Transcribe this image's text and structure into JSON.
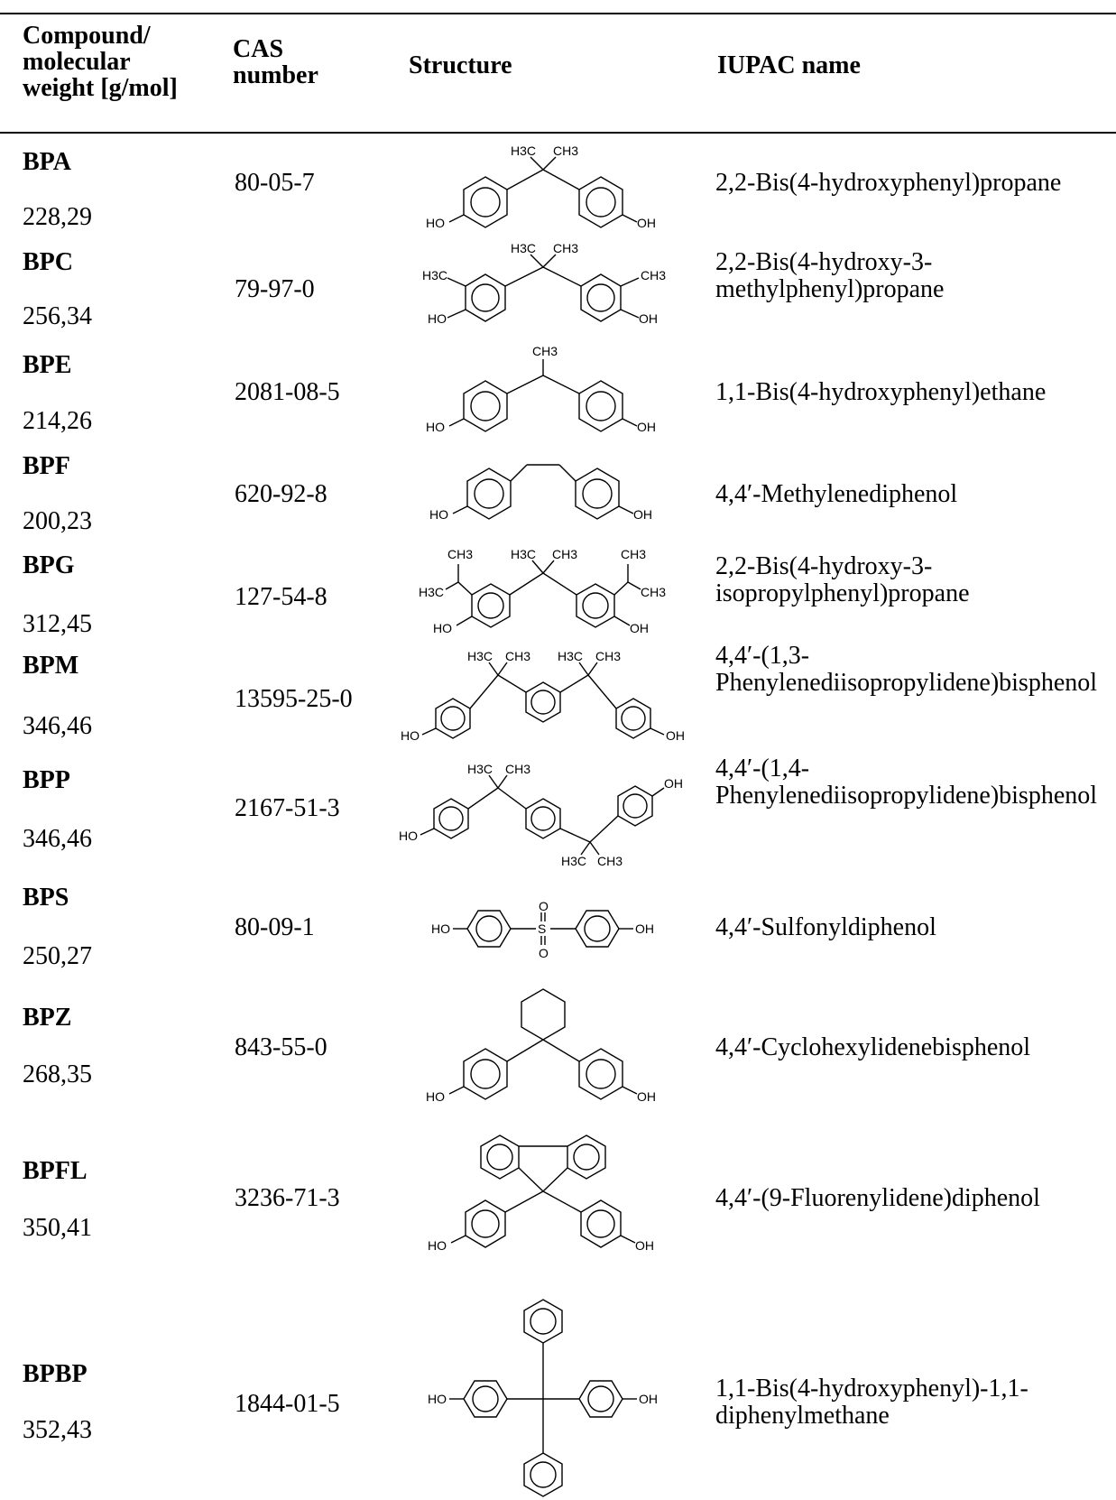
{
  "table": {
    "headers": {
      "compound": [
        "Compound/",
        "molecular",
        "weight [g/mol]"
      ],
      "cas": [
        "CAS",
        "number"
      ],
      "structure": "Structure",
      "iupac": "IUPAC name"
    },
    "rows": [
      {
        "code": "BPA",
        "mw": "228,29",
        "cas": "80-05-7",
        "iupac": "2,2-Bis(4-hydroxyphenyl)propane",
        "labels": {
          "me1": "H3C",
          "me2": "CH3",
          "oh1": "HO",
          "oh2": "OH"
        }
      },
      {
        "code": "BPC",
        "mw": "256,34",
        "cas": "79-97-0",
        "iupac": "2,2-Bis(4-hydroxy-3-methylphenyl)propane",
        "labels": {
          "me1": "H3C",
          "me2": "CH3",
          "me3": "H3C",
          "me4": "CH3",
          "oh1": "HO",
          "oh2": "OH"
        }
      },
      {
        "code": "BPE",
        "mw": "214,26",
        "cas": "2081-08-5",
        "iupac": "1,1-Bis(4-hydroxyphenyl)ethane",
        "labels": {
          "me1": "CH3",
          "oh1": "HO",
          "oh2": "OH"
        }
      },
      {
        "code": "BPF",
        "mw": "200,23",
        "cas": "620-92-8",
        "iupac": "4,4′-Methylenediphenol",
        "labels": {
          "oh1": "HO",
          "oh2": "OH"
        }
      },
      {
        "code": "BPG",
        "mw": "312,45",
        "cas": "127-54-8",
        "iupac": "2,2-Bis(4-hydroxy-3-isopropylphenyl)propane",
        "labels": {
          "me1": "CH3",
          "me2": "H3C",
          "me3": "CH3",
          "me4": "CH3",
          "me5": "H3C",
          "me6": "CH3",
          "oh1": "HO",
          "oh2": "OH"
        }
      },
      {
        "code": "BPM",
        "mw": "346,46",
        "cas": "13595-25-0",
        "iupac": "4,4′-(1,3-Phenylenediisopropylidene)bisphenol",
        "labels": {
          "me1": "H3C",
          "me2": "CH3",
          "me3": "H3C",
          "me4": "CH3",
          "oh1": "HO",
          "oh2": "OH"
        }
      },
      {
        "code": "BPP",
        "mw": "346,46",
        "cas": "2167-51-3",
        "iupac": "4,4′-(1,4-Phenylenediisopropylidene)bisphenol",
        "labels": {
          "me1": "H3C",
          "me2": "CH3",
          "me3": "H3C",
          "me4": "CH3",
          "oh1": "HO",
          "oh2": "OH"
        }
      },
      {
        "code": "BPS",
        "mw": "250,27",
        "cas": "80-09-1",
        "iupac": "4,4′-Sulfonyldiphenol",
        "labels": {
          "s": "S",
          "o1": "O",
          "o2": "O",
          "oh1": "HO",
          "oh2": "OH"
        }
      },
      {
        "code": "BPZ",
        "mw": "268,35",
        "cas": "843-55-0",
        "iupac": "4,4′-Cyclohexylidenebisphenol",
        "labels": {
          "oh1": "HO",
          "oh2": "OH"
        }
      },
      {
        "code": "BPFL",
        "mw": "350,41",
        "cas": "3236-71-3",
        "iupac": "4,4′-(9-Fluorenylidene)diphenol",
        "labels": {
          "oh1": "HO",
          "oh2": "OH"
        }
      },
      {
        "code": "BPBP",
        "mw": "352,43",
        "cas": "1844-01-5",
        "iupac": "1,1-Bis(4-hydroxyphenyl)-1,1-diphenylmethane",
        "labels": {
          "oh1": "HO",
          "oh2": "OH"
        }
      }
    ]
  }
}
